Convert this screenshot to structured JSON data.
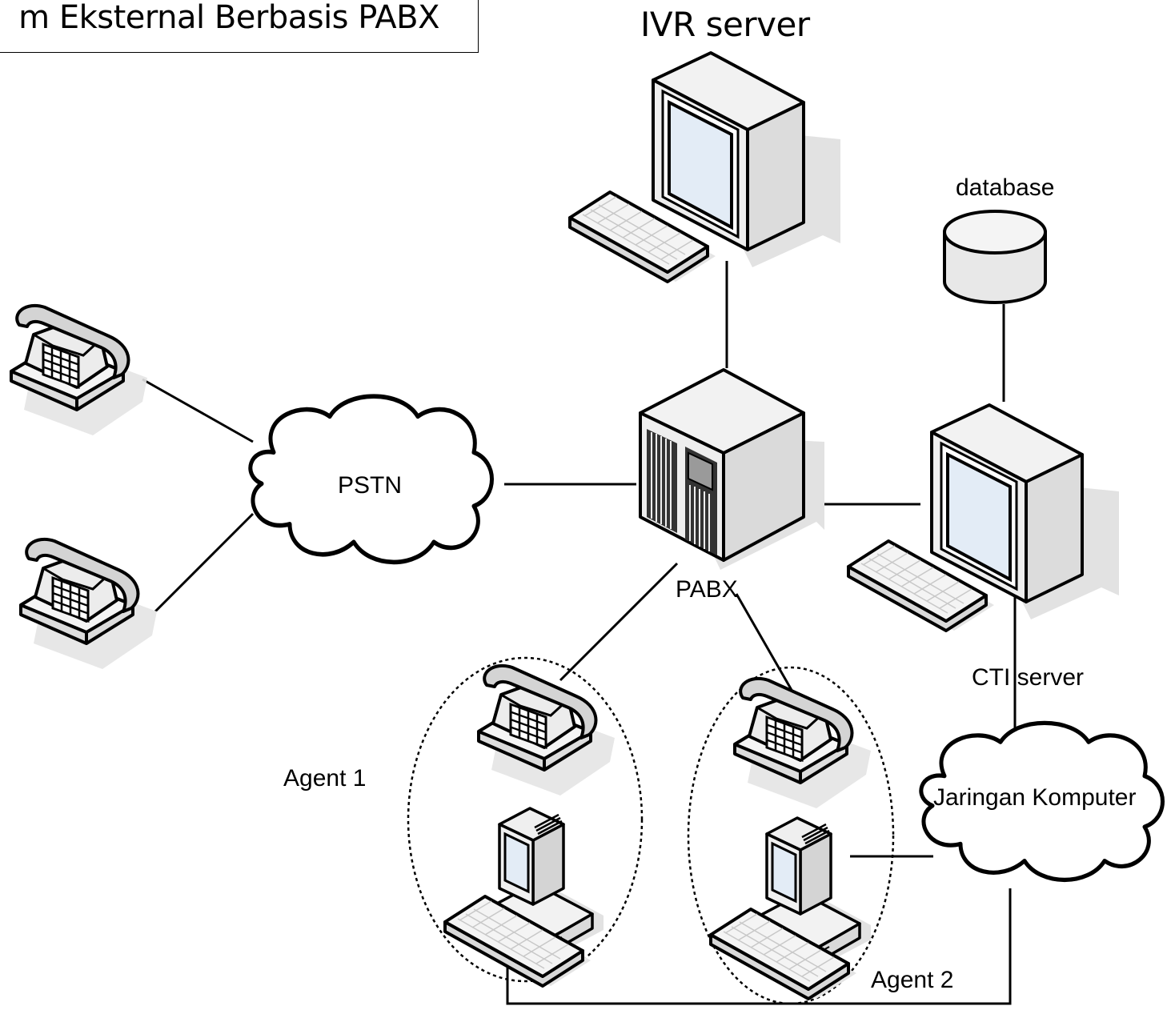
{
  "title": "m Eksternal Berbasis PABX",
  "labels": {
    "ivr_server": "IVR server",
    "database": "database",
    "pstn": "PSTN",
    "pabx": "PABX",
    "cti_server": "CTI server",
    "jaringan_komputer": "Jaringan Komputer",
    "agent_1": "Agent 1",
    "agent_2": "Agent 2"
  },
  "icons": [
    "telephone-icon",
    "telephone-icon",
    "cloud-icon",
    "pabx-icon",
    "server-monitor-icon",
    "keyboard-icon",
    "database-icon",
    "cloud-icon",
    "desktop-computer-icon"
  ],
  "colors": {
    "line": "#000000",
    "screen": "#e3ecf6",
    "device_light": "#f2f2f2",
    "device_mid": "#d6d6d6",
    "shadow": "#e6e6e6"
  }
}
